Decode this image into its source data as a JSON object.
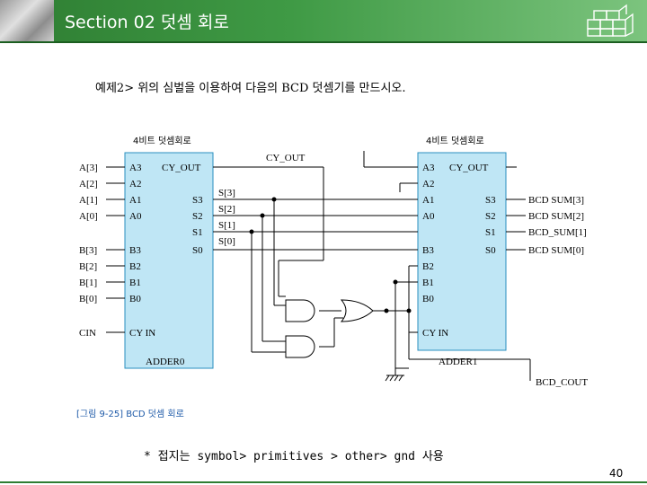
{
  "header": {
    "title": "Section 02 덧셈 회로"
  },
  "subtitle": "예제2> 위의 심벌을 이용하여 다음의 BCD 덧셈기를 만드시오.",
  "diagram": {
    "cy_out_label": "CY_OUT",
    "bcd_cout_label": "BCD_COUT",
    "adder0": {
      "header": "4비트 덧셈회로",
      "name": "ADDER0",
      "ports": {
        "a3": "A3",
        "a2": "A2",
        "a1": "A1",
        "a0": "A0",
        "b3": "B3",
        "b2": "B2",
        "b1": "B1",
        "b0": "B0",
        "cy_in": "CY  IN",
        "cy_out": "CY_OUT",
        "s3": "S3",
        "s2": "S2",
        "s1": "S1",
        "s0": "S0"
      },
      "inputs": {
        "a3": "A[3]",
        "a2": "A[2]",
        "a1": "A[1]",
        "a0": "A[0]",
        "b3": "B[3]",
        "b2": "B[2]",
        "b1": "B[1]",
        "b0": "B[0]",
        "cin": "CIN"
      },
      "sum_nets": {
        "s3": "S[3]",
        "s2": "S[2]",
        "s1": "S[1]",
        "s0": "S[0]"
      }
    },
    "adder1": {
      "header": "4비트 덧셈회로",
      "name": "ADDER1",
      "ports": {
        "a3": "A3",
        "a2": "A2",
        "a1": "A1",
        "a0": "A0",
        "b3": "B3",
        "b2": "B2",
        "b1": "B1",
        "b0": "B0",
        "cy_in": "CY  IN",
        "cy_out": "CY_OUT",
        "s3": "S3",
        "s2": "S2",
        "s1": "S1",
        "s0": "S0"
      },
      "outputs": {
        "s3": "BCD  SUM[3]",
        "s2": "BCD  SUM[2]",
        "s1": "BCD_SUM[1]",
        "s0": "BCD  SUM[0]"
      }
    }
  },
  "figure_caption": "[그림 9-25] BCD 덧셈 회로",
  "note": "* 접지는 symbol> primitives > other> gnd 사용",
  "page_number": "40"
}
